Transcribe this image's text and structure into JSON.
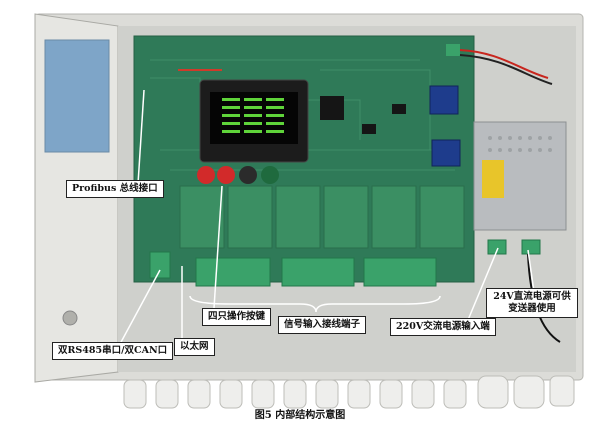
{
  "labels": {
    "profibus": "Profibus 总线接口",
    "rs485_can": "双RS485串口/双CAN口",
    "ethernet": "以太网",
    "buttons": "四只操作按键",
    "signal_terminals": "信号输入接线端子",
    "ac_input": "220V交流电源输入端",
    "dc_supply": "24V直流电源可供变送器使用"
  },
  "caption": "图5 内部结构示意图",
  "colors": {
    "pcb_green": "#2f7a58",
    "enclosure": "#d9d9d6",
    "terminal_green": "#3aa26a",
    "button_red": "#d22a2a",
    "button_dark": "#2b2b2b",
    "button_green": "#1f6a3e",
    "psu_metal": "#b9bcbf",
    "psu_label": "#e8c52a"
  }
}
